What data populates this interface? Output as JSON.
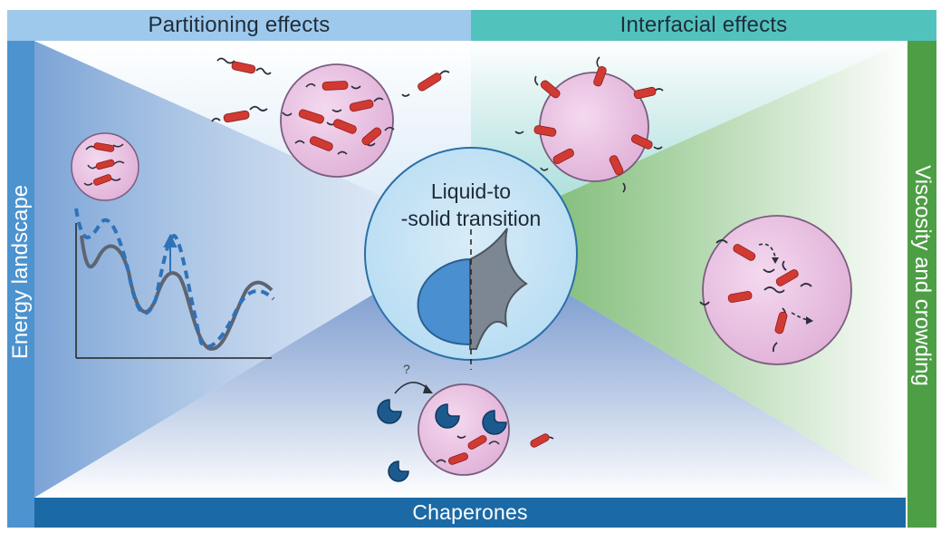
{
  "bands": {
    "top_left": "Partitioning effects",
    "top_right": "Interfacial effects",
    "left": "Energy landscape",
    "right": "Viscosity and crowding",
    "bottom": "Chaperones"
  },
  "center": {
    "line1": "Liquid-to",
    "line2": "-solid transition"
  },
  "chaperone_annotation": "?",
  "colors": {
    "partitioning_band": "#9ec9ec",
    "interfacial_band": "#52c2bc",
    "energy_band": "#4c93cf",
    "viscosity_band": "#4d9e45",
    "chaperone_band": "#1b6aa6",
    "droplet_fill": "#ecc6e4",
    "protein_red": "#d03a33",
    "chaperone_blue": "#1c5a8e"
  }
}
